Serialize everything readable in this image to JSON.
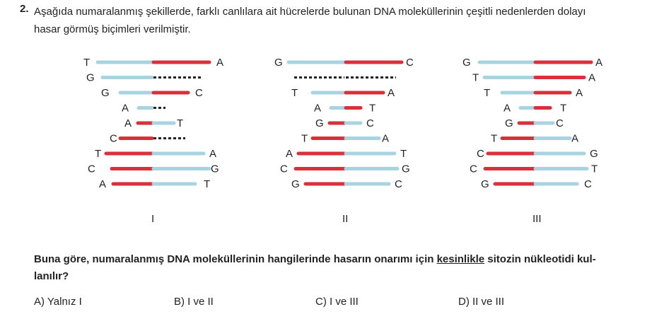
{
  "question": {
    "number": "2.",
    "text_line1": "Aşağıda numaralanmış şekillerde, farklı canlılara ait hücrelerde bulunan DNA moleküllerinin çeşitli nedenlerden dolayı",
    "text_line2": "hasar görmüş biçimleri verilmiştir."
  },
  "colors": {
    "blue": "#a8d4e2",
    "red": "#d9303b",
    "dash": "#222222"
  },
  "figures": [
    {
      "label": "I",
      "rows": [
        {
          "left": "T",
          "right": "A",
          "lt": "blue",
          "rt": "red"
        },
        {
          "left": "G",
          "right": "",
          "lt": "blue",
          "rt": "dash"
        },
        {
          "left": "G",
          "right": "C",
          "lt": "blue",
          "rt": "red"
        },
        {
          "left": "A",
          "right": "",
          "lt": "blue",
          "rt": "dash"
        },
        {
          "left": "A",
          "right": "T",
          "lt": "red",
          "rt": "blue"
        },
        {
          "left": "C",
          "right": "",
          "lt": "red",
          "rt": "dash"
        },
        {
          "left": "T",
          "right": "A",
          "lt": "red",
          "rt": "blue"
        },
        {
          "left": "C",
          "right": "G",
          "lt": "red",
          "rt": "blue"
        },
        {
          "left": "A",
          "right": "T",
          "lt": "red",
          "rt": "blue"
        }
      ]
    },
    {
      "label": "II",
      "rows": [
        {
          "left": "G",
          "right": "C",
          "lt": "blue",
          "rt": "red"
        },
        {
          "left": "",
          "right": "",
          "lt": "dash",
          "rt": "dash"
        },
        {
          "left": "T",
          "right": "A",
          "lt": "blue",
          "rt": "red"
        },
        {
          "left": "A",
          "right": "T",
          "lt": "blue",
          "rt": "red"
        },
        {
          "left": "G",
          "right": "C",
          "lt": "red",
          "rt": "blue"
        },
        {
          "left": "T",
          "right": "A",
          "lt": "red",
          "rt": "blue"
        },
        {
          "left": "A",
          "right": "T",
          "lt": "red",
          "rt": "blue"
        },
        {
          "left": "C",
          "right": "G",
          "lt": "red",
          "rt": "blue"
        },
        {
          "left": "G",
          "right": "C",
          "lt": "red",
          "rt": "blue"
        }
      ]
    },
    {
      "label": "III",
      "rows": [
        {
          "left": "G",
          "right": "A",
          "lt": "blue",
          "rt": "red"
        },
        {
          "left": "T",
          "right": "A",
          "lt": "blue",
          "rt": "red"
        },
        {
          "left": "T",
          "right": "A",
          "lt": "blue",
          "rt": "red"
        },
        {
          "left": "A",
          "right": "T",
          "lt": "blue",
          "rt": "red"
        },
        {
          "left": "G",
          "right": "C",
          "lt": "red",
          "rt": "blue"
        },
        {
          "left": "T",
          "right": "A",
          "lt": "red",
          "rt": "blue"
        },
        {
          "left": "C",
          "right": "G",
          "lt": "red",
          "rt": "blue"
        },
        {
          "left": "C",
          "right": "T",
          "lt": "red",
          "rt": "blue"
        },
        {
          "left": "G",
          "right": "C",
          "lt": "red",
          "rt": "blue"
        }
      ]
    }
  ],
  "prompt": {
    "before": "Buna göre, numaralanmış DNA moleküllerinin hangilerinde hasarın onarımı için ",
    "underlined": "kesinlikle",
    "after": " sitozin nükleotidi kul-",
    "line2": "lanılır?"
  },
  "choices": [
    {
      "text": "A) Yalnız I"
    },
    {
      "text": "B) I ve II"
    },
    {
      "text": "C) I ve III"
    },
    {
      "text": "D) II ve III"
    }
  ]
}
